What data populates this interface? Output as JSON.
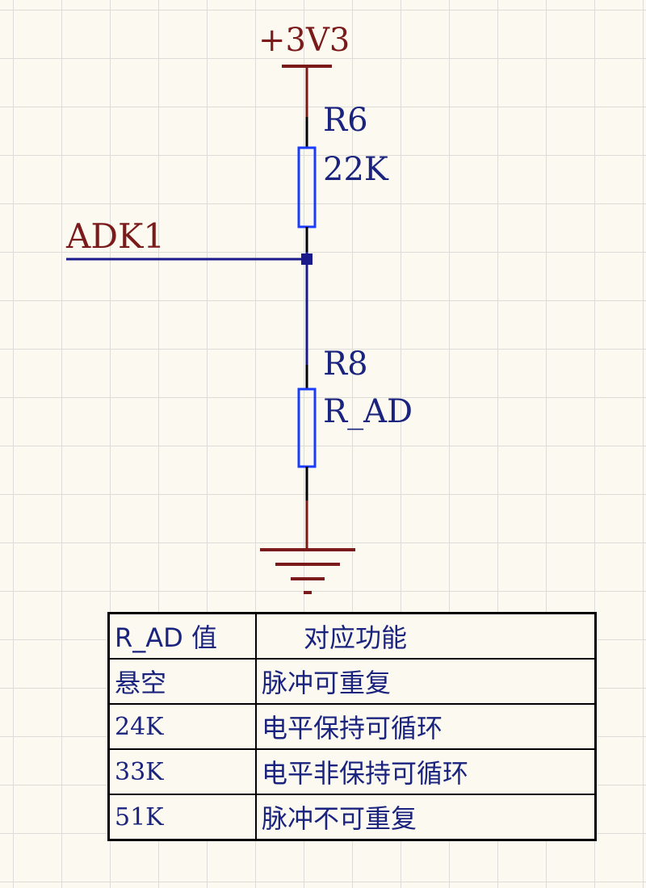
{
  "power": {
    "label": "+3V3"
  },
  "resistor_r6": {
    "ref": "R6",
    "value": "22K"
  },
  "resistor_r8": {
    "ref": "R8",
    "value": "R_AD"
  },
  "net": {
    "label": "ADK1"
  },
  "table": {
    "header": [
      "R_AD 值",
      "对应功能"
    ],
    "rows": [
      [
        "悬空",
        "脉冲可重复"
      ],
      [
        "24K",
        "电平保持可循环"
      ],
      [
        "33K",
        "电平非保持可循环"
      ],
      [
        "51K",
        "脉冲不可重复"
      ]
    ]
  }
}
